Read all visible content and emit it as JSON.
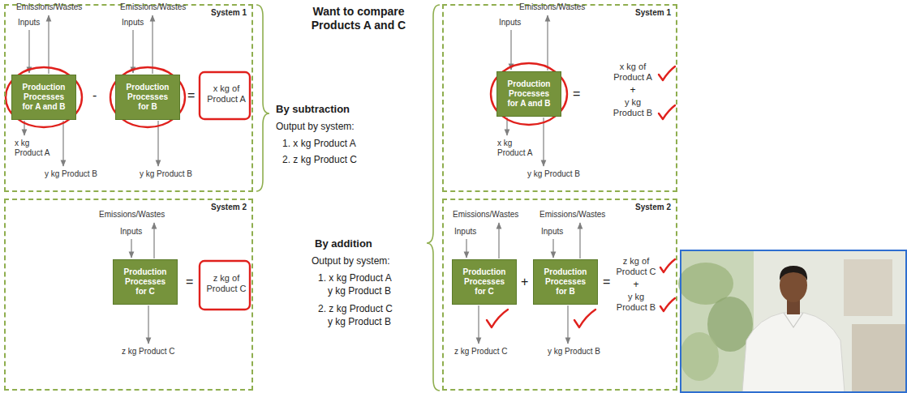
{
  "diagram": {
    "title": "Want to compare Products A and C",
    "nodes": [
      {
        "text": [
          "System 1"
        ]
      },
      {
        "text": [
          "Production Processes for A and B"
        ],
        "in": 0
      },
      {
        "text": [
          "Production Processes for B"
        ],
        "in": 0
      },
      {
        "text": [
          "System 2"
        ]
      },
      {
        "text": [
          "Production Processes for C"
        ],
        "in": 3
      },
      {
        "text": [
          "System 1"
        ]
      },
      {
        "text": [
          "Production Processes for A and B"
        ],
        "in": 5
      },
      {
        "text": [
          "System 2"
        ]
      },
      {
        "text": [
          "Production Processes for C"
        ],
        "in": 7
      },
      {
        "text": [
          "Production Processes for B"
        ],
        "in": 7
      }
    ],
    "labels": [
      "Emissions/Wastes",
      "Inputs",
      "Emissions/Wastes",
      "Inputs",
      "-",
      "=",
      "x kg of Product A",
      "x kg Product A",
      "y kg Product B",
      "y kg Product B",
      "Emissions/Wastes",
      "Inputs",
      "=",
      "z kg of Product C",
      "z kg Product C",
      "By subtraction",
      "Output by system:",
      "1. x kg Product A",
      "2. z kg Product C",
      "By addition",
      "Output by system:",
      "1. x kg Product A",
      "y kg Product B",
      "2. z kg Product C",
      "y kg Product B",
      "Emissions/Wastes",
      "Inputs",
      "=",
      "x kg of Product A",
      "+",
      "y kg Product B",
      "x kg Product A",
      "y kg Product B",
      "Emissions/Wastes",
      "Inputs",
      "Emissions/Wastes",
      "Inputs",
      "+",
      "=",
      "z kg of Product C",
      "+",
      "y kg Product B",
      "z kg Product C",
      "y kg Product B"
    ]
  }
}
